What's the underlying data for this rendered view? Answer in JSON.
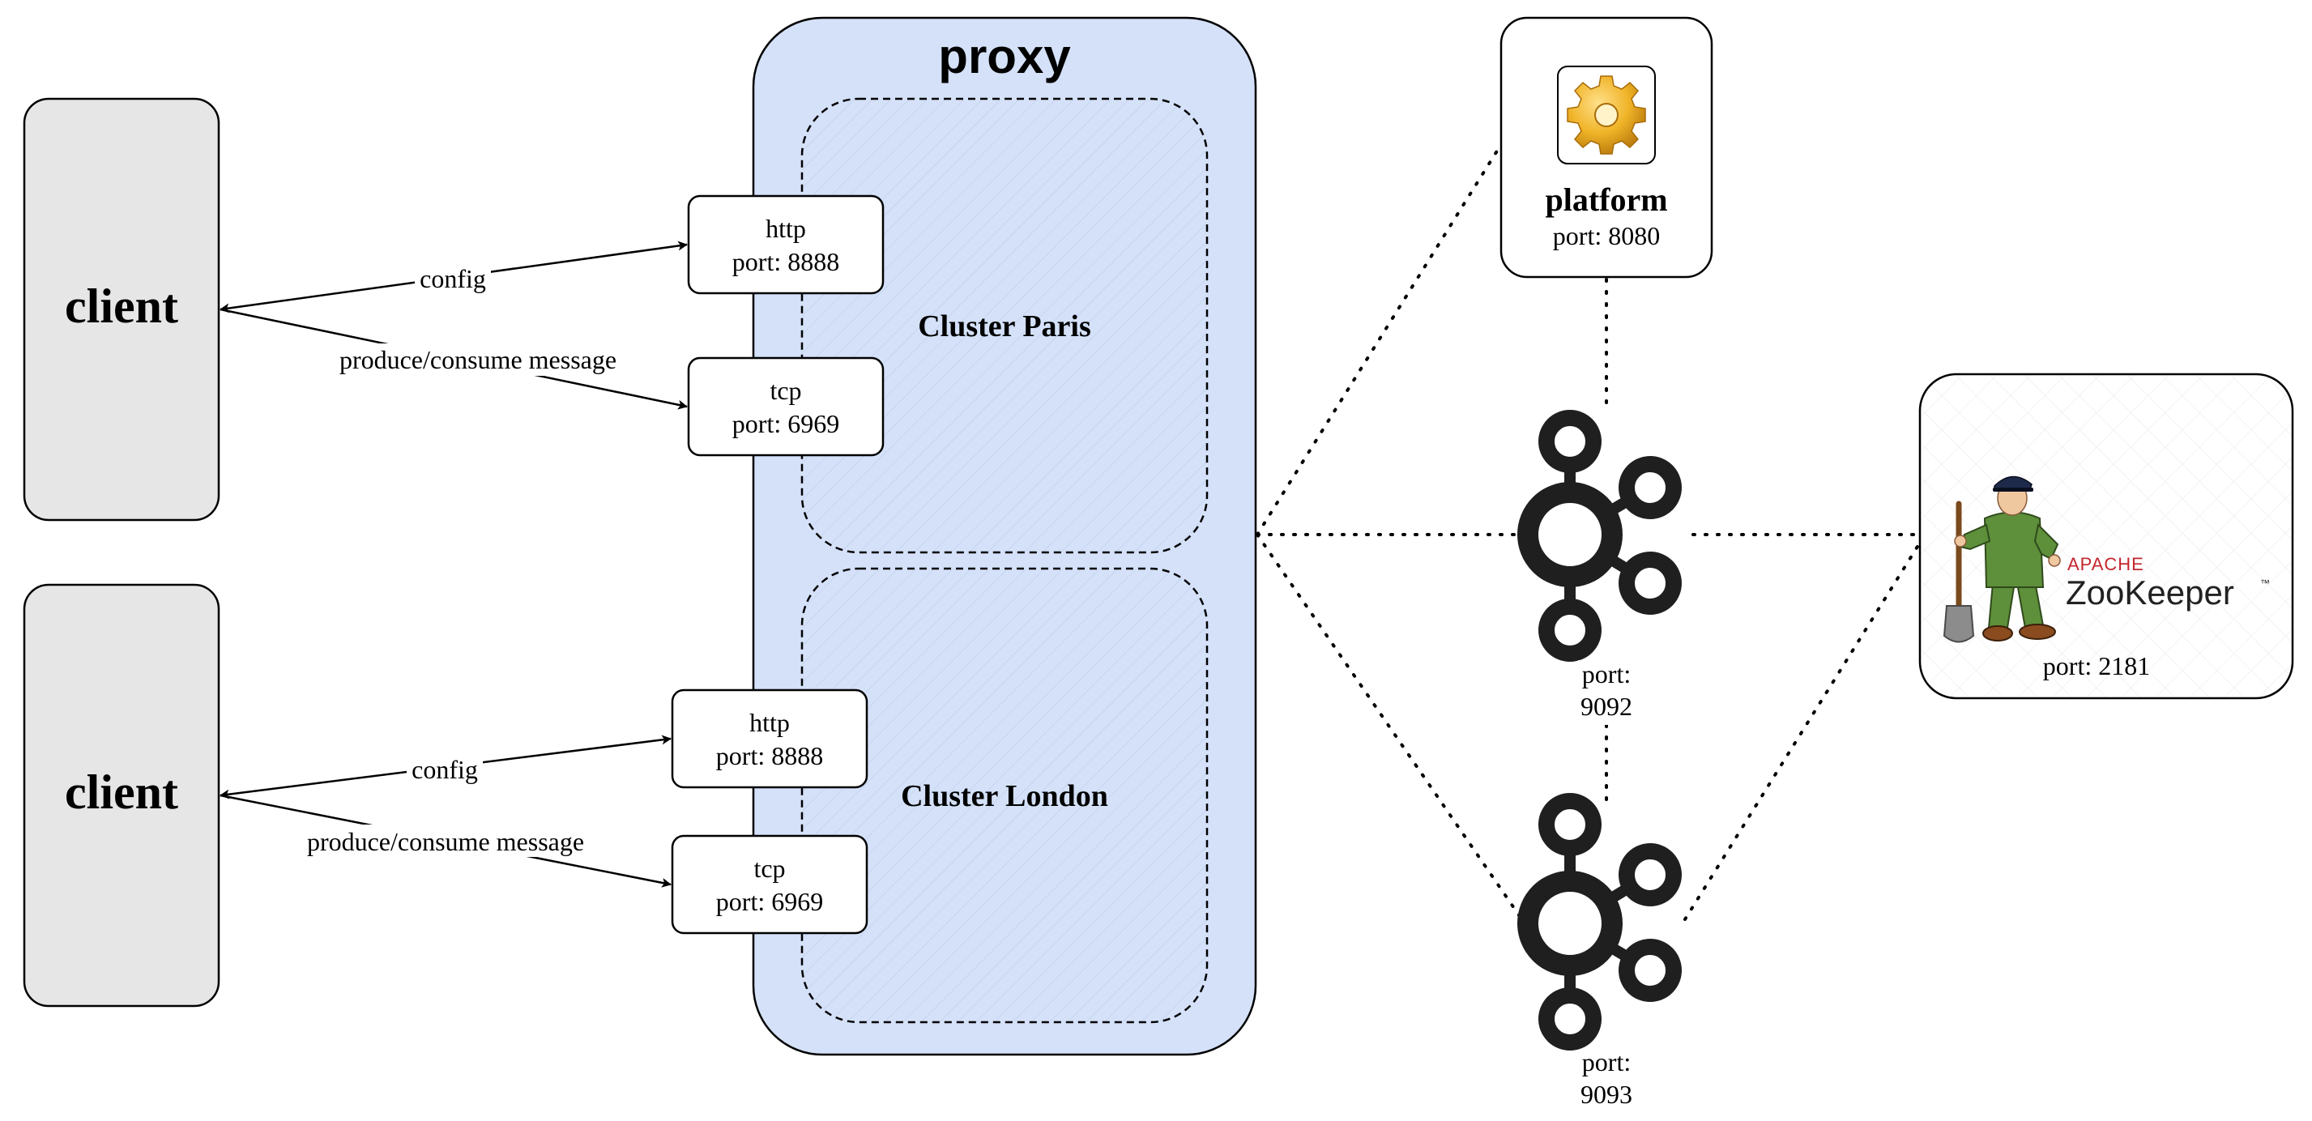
{
  "proxy": {
    "title": "proxy",
    "cluster_paris": "Cluster Paris",
    "cluster_london": "Cluster London",
    "paris_http": {
      "protocol": "http",
      "port": "port: 8888"
    },
    "paris_tcp": {
      "protocol": "tcp",
      "port": "port: 6969"
    },
    "london_http": {
      "protocol": "http",
      "port": "port: 8888"
    },
    "london_tcp": {
      "protocol": "tcp",
      "port": "port: 6969"
    }
  },
  "clients": [
    {
      "label": "client",
      "edge_config": "config",
      "edge_message": "produce/consume message"
    },
    {
      "label": "client",
      "edge_config": "config",
      "edge_message": "produce/consume message"
    }
  ],
  "platform": {
    "label": "platform",
    "port": "port: 8080",
    "icon": "gear-icon"
  },
  "kafka_brokers": [
    {
      "port_line1": "port:",
      "port_line2": "9092",
      "icon": "kafka-icon"
    },
    {
      "port_line1": "port:",
      "port_line2": "9093",
      "icon": "kafka-icon"
    }
  ],
  "zookeeper": {
    "apache": "APACHE",
    "name": "ZooKeeper",
    "tm": "™",
    "port": "port: 2181",
    "icon": "zookeeper-mascot-icon"
  },
  "colors": {
    "client_fill": "#e6e6e6",
    "proxy_fill": "#d4e1f8",
    "gear": "#e8a317",
    "kafka": "#1f1f1f",
    "zookeeper_red": "#c4262e",
    "mascot_green": "#5e8f3a"
  }
}
